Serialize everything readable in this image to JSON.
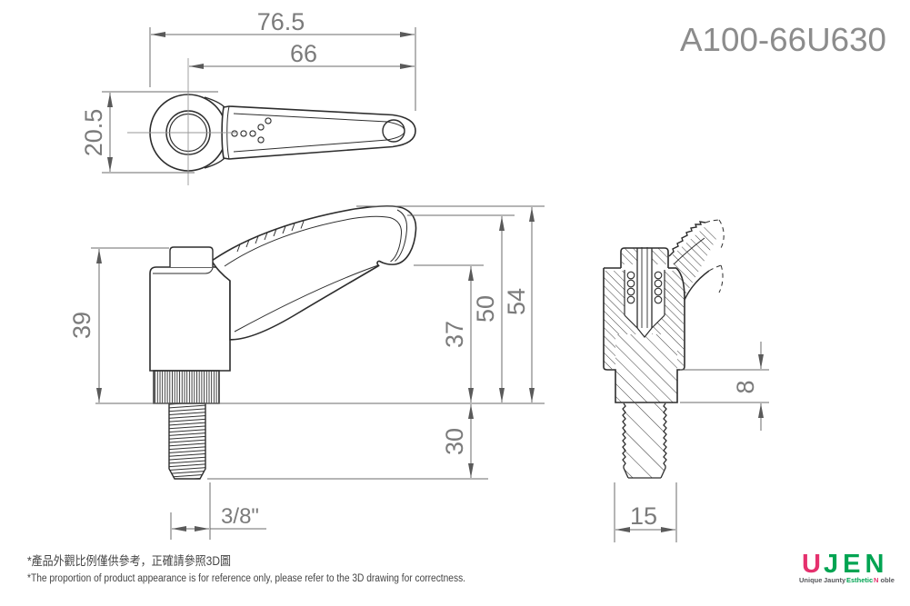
{
  "drawing": {
    "part_number": "A100-66U630",
    "dimensions": {
      "top": {
        "overall_length": "76.5",
        "handle_center_length": "66",
        "boss_width": "20.5"
      },
      "front": {
        "body_height": "39",
        "underside_height": "37",
        "grip_height": "50",
        "overall_height": "54",
        "thread_length": "30",
        "thread_size": "3/8\""
      },
      "section": {
        "collar_height": "8",
        "body_width": "15"
      }
    },
    "footnotes": {
      "zh": "*產品外觀比例僅供參考，正確請參照3D圖",
      "en": "*The proportion of product appearance is for reference only, please refer to the 3D drawing for correctness."
    },
    "logo": {
      "brand_first": "U",
      "brand_rest": "JEN",
      "tagline": {
        "w1": "Unique",
        "w2": "Jaunty",
        "w3": "Esthetic",
        "w4_first": "N",
        "w4_rest": "oble"
      },
      "colors": {
        "red": "#e5316e",
        "green": "#00a452",
        "gray": "#56575b"
      }
    }
  }
}
